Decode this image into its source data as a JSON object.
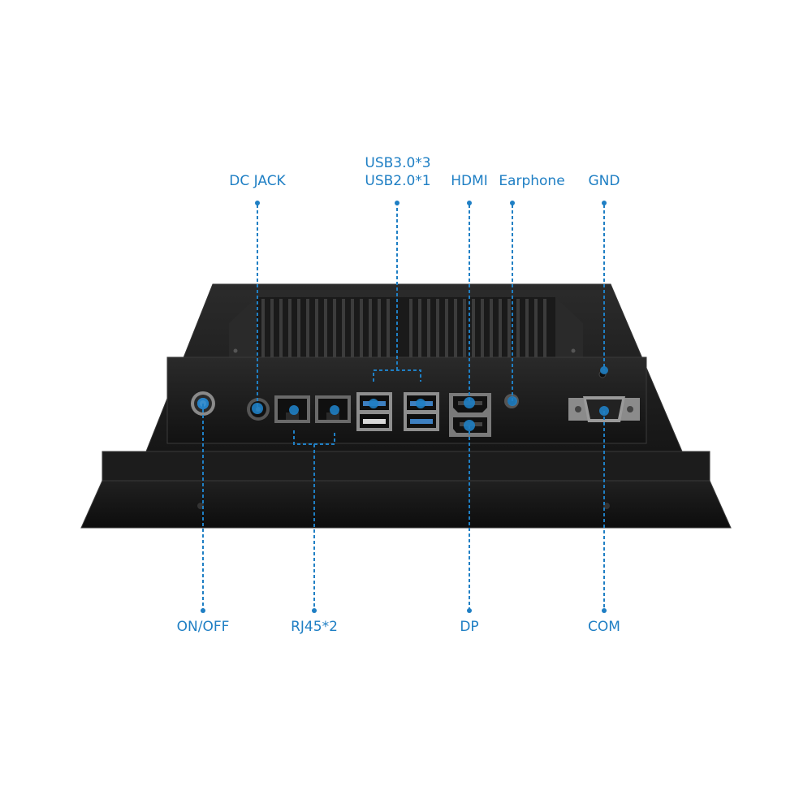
{
  "labels": {
    "dc_jack": "DC JACK",
    "usb_line1": "USB3.0*3",
    "usb_line2": "USB2.0*1",
    "hdmi": "HDMI",
    "earphone": "Earphone",
    "gnd": "GND",
    "on_off": "ON/OFF",
    "rj45": "RJ45*2",
    "dp": "DP",
    "com": "COM"
  },
  "colors": {
    "accent": "#1f7fc4",
    "body": "#1b1b1b",
    "background": "#ffffff"
  }
}
